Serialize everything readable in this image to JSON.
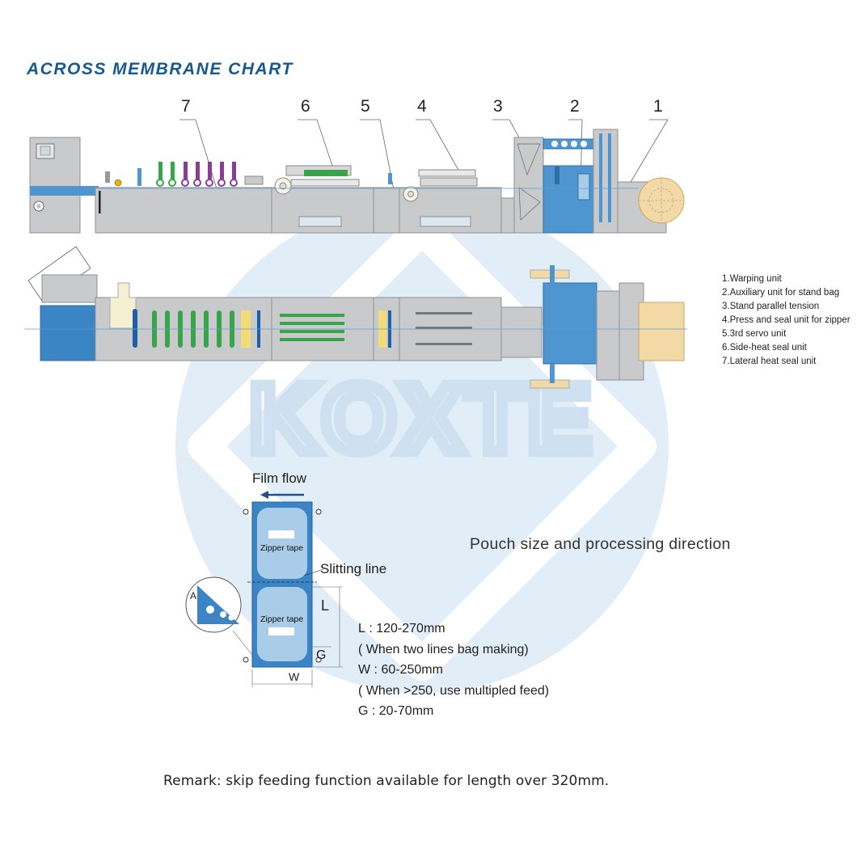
{
  "title": "ACROSS MEMBRANE CHART",
  "watermark": "KOXTE",
  "unit_numbers": [
    "7",
    "6",
    "5",
    "4",
    "3",
    "2",
    "1"
  ],
  "legend": [
    "1.Warping unit",
    "2.Auxiliary unit for stand bag",
    "3.Stand parallel tension",
    "4.Press and seal unit for zipper",
    "5.3rd servo unit",
    "6.Side-heat seal unit",
    "7.Lateral heat seal unit"
  ],
  "pouch": {
    "film_flow": "Film flow",
    "heading": "Pouch size and processing direction",
    "slitting_line": "Slitting line",
    "zipper_tape": "Zipper tape",
    "label_L": "L",
    "label_G": "G",
    "label_W": "W",
    "label_A": "A"
  },
  "specs": [
    "L : 120-270mm",
    "( When two lines bag making)",
    "W : 60-250mm",
    "( When >250, use multipled feed)",
    "G : 20-70mm"
  ],
  "remark": "Remark: skip feeding function available for length over 320mm.",
  "colors": {
    "title": "#17598f",
    "machine_gray": "#c9cacb",
    "machine_blue": "#4f95cf",
    "light_blue": "#a9cde8",
    "watermark": "#d6e6f4",
    "green": "#3aa44a",
    "purple": "#8a3d96",
    "yellow": "#f2dc7a",
    "cream": "#f3d9a6"
  }
}
